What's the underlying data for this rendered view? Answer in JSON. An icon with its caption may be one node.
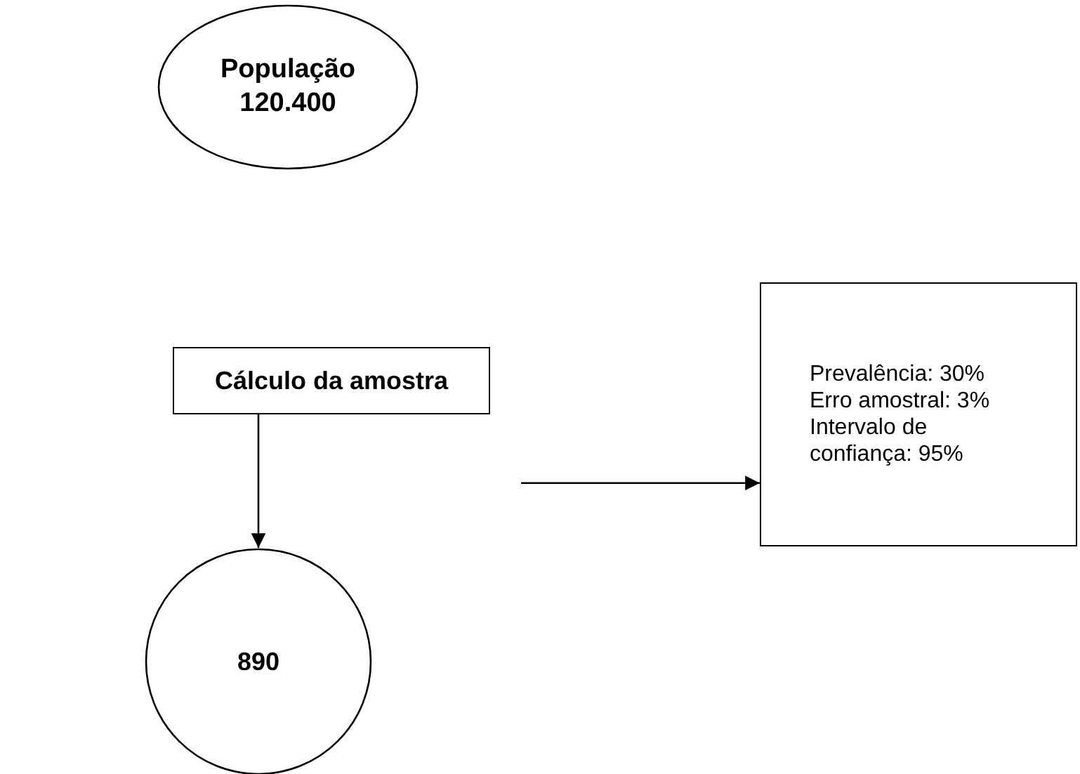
{
  "diagram": {
    "nodes": [
      {
        "text": [
          "População 120.400"
        ]
      },
      {
        "text": [
          "Cálculo da amostra"
        ]
      },
      {
        "text": [
          "890"
        ]
      },
      {
        "text": [
          "Prevalência: 30% Erro amostral: 3% Intervalo de confiança: 95%"
        ]
      }
    ],
    "edges": [
      {
        "from": 1,
        "to": 2,
        "arrow": "to"
      },
      {
        "from": null,
        "to": 3,
        "arrow": "to"
      }
    ]
  }
}
